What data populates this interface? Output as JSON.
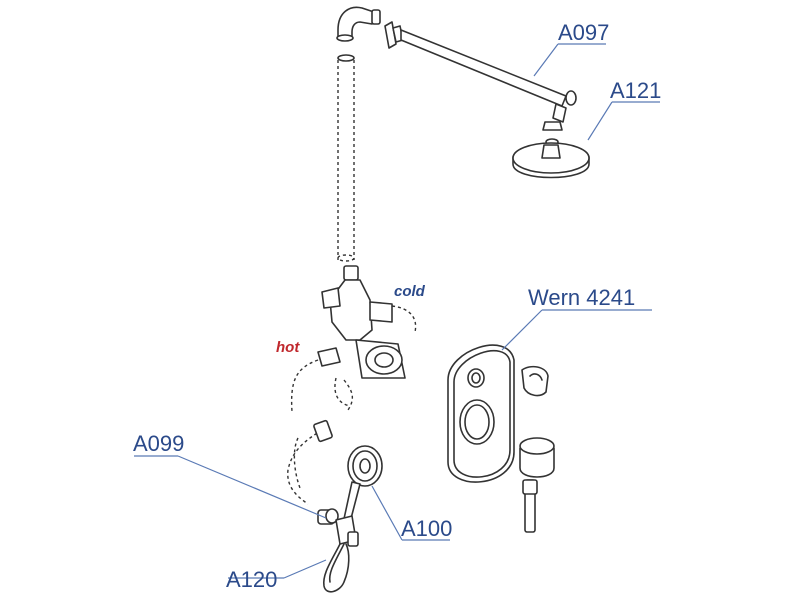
{
  "labels": {
    "a097": "A097",
    "a121": "A121",
    "wern": "Wern 4241",
    "a099": "A099",
    "a100": "A100",
    "a120": "A120",
    "hot": "hot",
    "cold": "cold"
  },
  "colors": {
    "label_text": "#2b4a8a",
    "leader_line": "#5a7ab5",
    "hot": "#c0282d",
    "cold": "#2b4a8a",
    "drawing": "#333333"
  }
}
